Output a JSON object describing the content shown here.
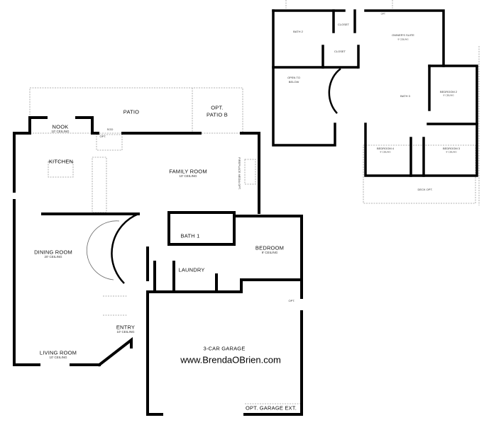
{
  "watermark": "www.BrendaOBrien.com",
  "first_floor": {
    "patio": "PATIO",
    "opt_patio_b": [
      "OPT.",
      "PATIO B"
    ],
    "nook": {
      "name": "NOOK",
      "ceiling": "10' CEILING"
    },
    "sgd": "SGD",
    "sgd_opt": "OPT.",
    "kitchen": "KITCHEN",
    "family_room": {
      "name": "FAMILY ROOM",
      "ceiling": "10' CEILING"
    },
    "fireplace": "FIREPLACE MEDIA OPT.",
    "bath1": "BATH 1",
    "bedroom": {
      "name": "BEDROOM",
      "ceiling": "9' CEILING"
    },
    "dining_room": {
      "name": "DINING ROOM",
      "ceiling": "20' CEILING"
    },
    "laundry": "LAUNDRY",
    "garage_opt": "OPT.",
    "entry": {
      "name": "ENTRY",
      "ceiling": "10' CEILING"
    },
    "living_room": {
      "name": "LIVING ROOM",
      "ceiling": "10' CEILING"
    },
    "garage": "3-CAR GARAGE",
    "garage_ext": "OPT. GARAGE EXT."
  },
  "second_floor": {
    "bath2": "BATH 2",
    "closet1": "CLOSET",
    "closet2": "CLOSET",
    "owners_suite": {
      "name": "OWNER'S SUITE",
      "ceiling": "9' CEILING"
    },
    "open_to_below": [
      "OPEN TO",
      "BELOW"
    ],
    "bath3": "BATH 3",
    "bedroom2": {
      "name": "BEDROOM 2",
      "ceiling": "9' CEILING"
    },
    "bedroom4": {
      "name": "BEDROOM 4",
      "ceiling": "9' CEILING"
    },
    "bedroom3": {
      "name": "BEDROOM 3",
      "ceiling": "9' CEILING"
    },
    "deck": "DECK OPT.",
    "opt": "OPT."
  }
}
